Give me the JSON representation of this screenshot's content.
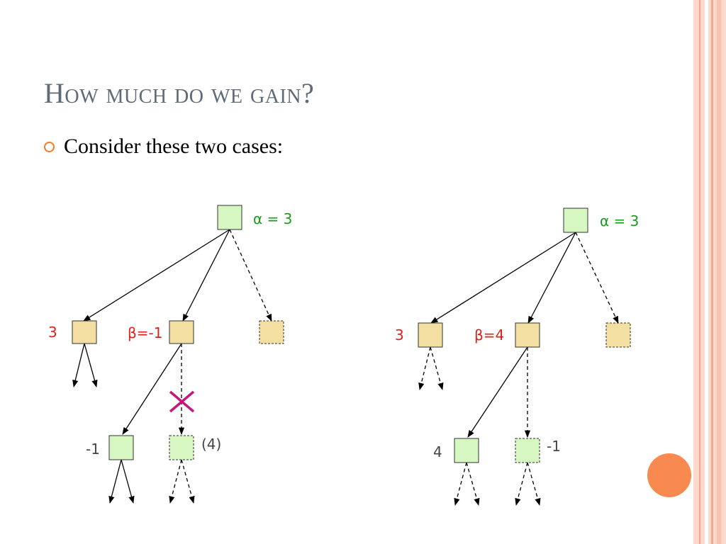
{
  "slide": {
    "title": "How much do we gain?",
    "bullet": "Consider these two cases:"
  },
  "colors": {
    "title": "#5f6a77",
    "bullet": "#f47a25",
    "max_node_fill": "#d6f7c1",
    "min_node_fill": "#f2dfa1",
    "alpha_label": "#1a9a1a",
    "beta_label": "#e0201a",
    "value_label": "#444444",
    "cross": "#c8157c",
    "accent_circle": "#f98a4f"
  },
  "left_tree": {
    "root_label": "α = 3",
    "child1_value": "3",
    "child2_label": "β=-1",
    "grandchild1_value": "-1",
    "grandchild2_value": "(4)",
    "pruned": true
  },
  "right_tree": {
    "root_label": "α = 3",
    "child1_value": "3",
    "child2_label": "β=4",
    "grandchild1_value": "4",
    "grandchild2_value": "-1",
    "pruned": false
  }
}
